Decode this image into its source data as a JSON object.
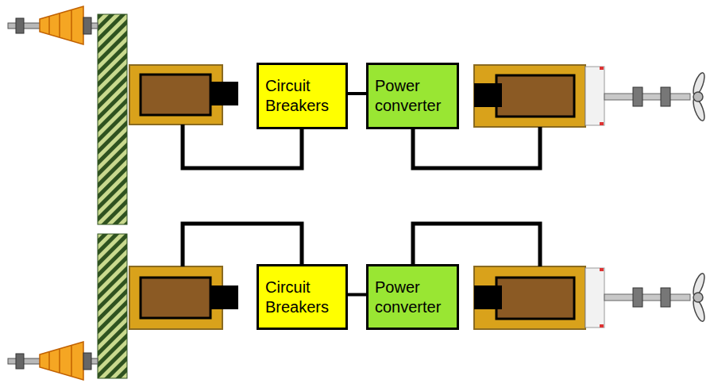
{
  "diagram": {
    "nodes": [
      {
        "text": [
          "Circuit Breakers"
        ]
      },
      {
        "text": [
          "Power converter"
        ]
      },
      {
        "text": [
          "Circuit Breakers"
        ]
      },
      {
        "text": [
          "Power converter"
        ]
      }
    ],
    "edges": [
      {
        "from": 0,
        "to": 1,
        "arrow": "none"
      },
      {
        "from": 2,
        "to": 3,
        "arrow": "none"
      }
    ]
  }
}
